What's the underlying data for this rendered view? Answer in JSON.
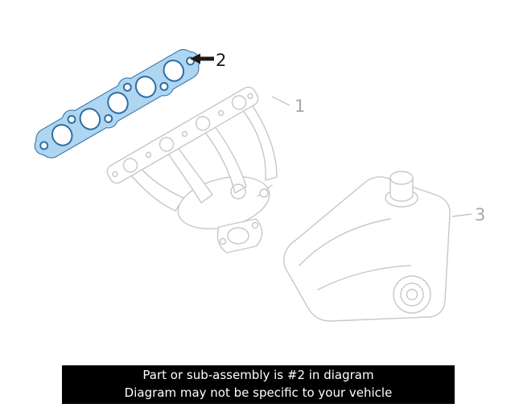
{
  "colors": {
    "background": "#ffffff",
    "gasket_fill": "#aed6f1",
    "gasket_stroke": "#2e6da4",
    "lineart": "#c7c7c7",
    "label_gray": "#a8a8a8",
    "label_black": "#1a1a1a",
    "banner_bg": "#000000",
    "banner_fg": "#ffffff"
  },
  "diagram": {
    "callouts": [
      {
        "label": "1"
      },
      {
        "label": "2"
      },
      {
        "label": "3"
      }
    ]
  },
  "banner": {
    "line1": "Part or sub-assembly is #2 in diagram",
    "line2": "Diagram may not be specific to your vehicle"
  }
}
